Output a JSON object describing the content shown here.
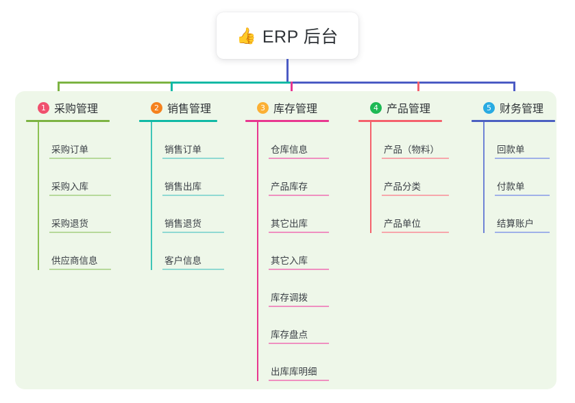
{
  "root": {
    "icon": "thumbs-up-emoji",
    "emoji": "👍",
    "title": "ERP 后台"
  },
  "panel": {
    "background": "#eef7e9"
  },
  "bus": {
    "segments": [
      {
        "name": "green-segment",
        "color": "#7cb342"
      },
      {
        "name": "teal-segment",
        "color": "#0fb9a5"
      },
      {
        "name": "blue-segment",
        "color": "#4b5bc4"
      }
    ],
    "stem_color": "#4b5bc4"
  },
  "columns": [
    {
      "number": "1",
      "title": "采购管理",
      "badge_color": "#f0506e",
      "rule_color": "#7cb342",
      "line_color": "#8cc152",
      "item_rule_color": "#b6d99a",
      "drop_color": "#7cb342",
      "items": [
        "采购订单",
        "采购入库",
        "采购退货",
        "供应商信息"
      ]
    },
    {
      "number": "2",
      "title": "销售管理",
      "badge_color": "#f5821f",
      "rule_color": "#0fb9a5",
      "line_color": "#3fc5b7",
      "item_rule_color": "#8fd9d2",
      "drop_color": "#0fb9a5",
      "items": [
        "销售订单",
        "销售出库",
        "销售退货",
        "客户信息"
      ]
    },
    {
      "number": "3",
      "title": "库存管理",
      "badge_color": "#fbb034",
      "rule_color": "#e8368f",
      "line_color": "#e8368f",
      "item_rule_color": "#ef8fc0",
      "drop_color": "#e8368f",
      "items": [
        "仓库信息",
        "产品库存",
        "其它出库",
        "其它入库",
        "库存调拨",
        "库存盘点",
        "出库库明细"
      ]
    },
    {
      "number": "4",
      "title": "产品管理",
      "badge_color": "#1eb955",
      "rule_color": "#f4606c",
      "line_color": "#f4606c",
      "item_rule_color": "#f7a6ab",
      "drop_color": "#f4606c",
      "items": [
        "产品（物料）",
        "产品分类",
        "产品单位"
      ]
    },
    {
      "number": "5",
      "title": "财务管理",
      "badge_color": "#29abe2",
      "rule_color": "#4a5fc1",
      "line_color": "#6d82d6",
      "item_rule_color": "#9fb0e8",
      "drop_color": "#4b5bc4",
      "items": [
        "回款单",
        "付款单",
        "结算账户"
      ]
    }
  ]
}
